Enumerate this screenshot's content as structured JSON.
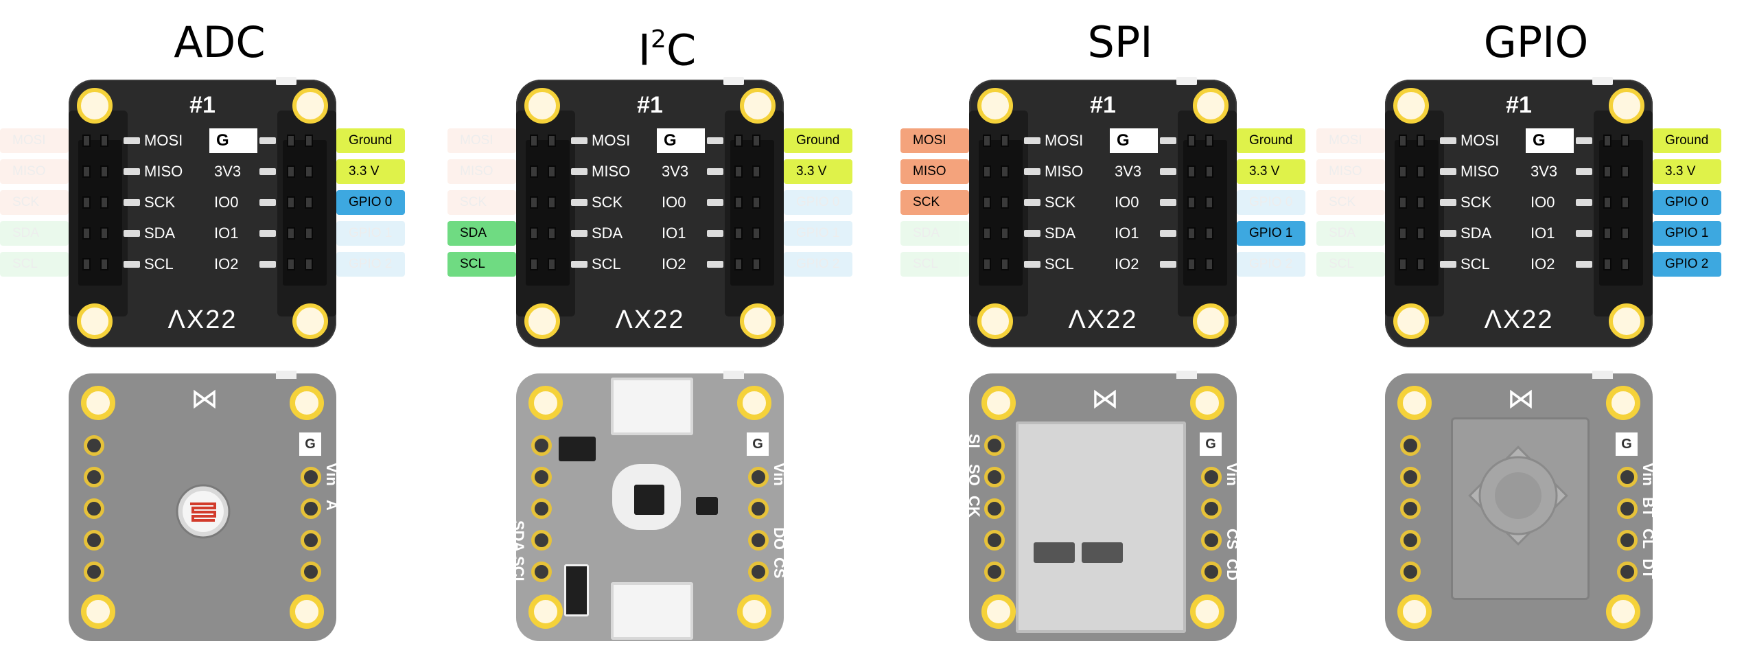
{
  "columns": [
    {
      "title": "ADC",
      "board": {
        "id": "#1",
        "brand": "ΛX22"
      },
      "left_signals": [
        {
          "label": "MOSI",
          "active": false,
          "color": "#f4a37c"
        },
        {
          "label": "MISO",
          "active": false,
          "color": "#f4a37c"
        },
        {
          "label": "SCK",
          "active": false,
          "color": "#f4a37c"
        },
        {
          "label": "SDA",
          "active": false,
          "color": "#6fdb82"
        },
        {
          "label": "SCL",
          "active": false,
          "color": "#6fdb82"
        }
      ],
      "right_signals": [
        {
          "label": "Ground",
          "active": true,
          "color": "#dff24a"
        },
        {
          "label": "3.3 V",
          "active": true,
          "color": "#dff24a"
        },
        {
          "label": "GPIO 0",
          "active": true,
          "color": "#3da8e0"
        },
        {
          "label": "GPIO 1",
          "active": false,
          "color": "#3da8e0"
        },
        {
          "label": "GPIO 2",
          "active": false,
          "color": "#3da8e0"
        }
      ],
      "module": {
        "right_labels": [
          "G",
          "Vin",
          "A"
        ],
        "left_labels": []
      }
    },
    {
      "title_main": "I",
      "title_sup": "2",
      "title_tail": "C",
      "board": {
        "id": "#1",
        "brand": "ΛX22"
      },
      "left_signals": [
        {
          "label": "MOSI",
          "active": false,
          "color": "#f4a37c"
        },
        {
          "label": "MISO",
          "active": false,
          "color": "#f4a37c"
        },
        {
          "label": "SCK",
          "active": false,
          "color": "#f4a37c"
        },
        {
          "label": "SDA",
          "active": true,
          "color": "#6fdb82"
        },
        {
          "label": "SCL",
          "active": true,
          "color": "#6fdb82"
        }
      ],
      "right_signals": [
        {
          "label": "Ground",
          "active": true,
          "color": "#dff24a"
        },
        {
          "label": "3.3 V",
          "active": true,
          "color": "#dff24a"
        },
        {
          "label": "GPIO 0",
          "active": false,
          "color": "#3da8e0"
        },
        {
          "label": "GPIO 1",
          "active": false,
          "color": "#3da8e0"
        },
        {
          "label": "GPIO 2",
          "active": false,
          "color": "#3da8e0"
        }
      ],
      "module": {
        "right_labels": [
          "G",
          "Vin",
          "DO",
          "CS"
        ],
        "left_labels": [
          "SDA",
          "SCL"
        ]
      }
    },
    {
      "title": "SPI",
      "board": {
        "id": "#1",
        "brand": "ΛX22"
      },
      "left_signals": [
        {
          "label": "MOSI",
          "active": true,
          "color": "#f4a37c"
        },
        {
          "label": "MISO",
          "active": true,
          "color": "#f4a37c"
        },
        {
          "label": "SCK",
          "active": true,
          "color": "#f4a37c"
        },
        {
          "label": "SDA",
          "active": false,
          "color": "#6fdb82"
        },
        {
          "label": "SCL",
          "active": false,
          "color": "#6fdb82"
        }
      ],
      "right_signals": [
        {
          "label": "Ground",
          "active": true,
          "color": "#dff24a"
        },
        {
          "label": "3.3 V",
          "active": true,
          "color": "#dff24a"
        },
        {
          "label": "GPIO 0",
          "active": false,
          "color": "#3da8e0"
        },
        {
          "label": "GPIO 1",
          "active": true,
          "color": "#3da8e0"
        },
        {
          "label": "GPIO 2",
          "active": false,
          "color": "#3da8e0"
        }
      ],
      "module": {
        "right_labels": [
          "G",
          "Vin",
          "CS",
          "CD"
        ],
        "left_labels": [
          "SI",
          "SO",
          "CK"
        ]
      }
    },
    {
      "title": "GPIO",
      "board": {
        "id": "#1",
        "brand": "ΛX22"
      },
      "left_signals": [
        {
          "label": "MOSI",
          "active": false,
          "color": "#f4a37c"
        },
        {
          "label": "MISO",
          "active": false,
          "color": "#f4a37c"
        },
        {
          "label": "SCK",
          "active": false,
          "color": "#f4a37c"
        },
        {
          "label": "SDA",
          "active": false,
          "color": "#6fdb82"
        },
        {
          "label": "SCL",
          "active": false,
          "color": "#6fdb82"
        }
      ],
      "right_signals": [
        {
          "label": "Ground",
          "active": true,
          "color": "#dff24a"
        },
        {
          "label": "3.3 V",
          "active": true,
          "color": "#dff24a"
        },
        {
          "label": "GPIO 0",
          "active": true,
          "color": "#3da8e0"
        },
        {
          "label": "GPIO 1",
          "active": true,
          "color": "#3da8e0"
        },
        {
          "label": "GPIO 2",
          "active": true,
          "color": "#3da8e0"
        }
      ],
      "module": {
        "right_labels": [
          "G",
          "Vin",
          "BT",
          "CL",
          "DT"
        ],
        "left_labels": []
      }
    }
  ],
  "pin_labels": {
    "left": [
      "MOSI",
      "MISO",
      "SCK",
      "SDA",
      "SCL"
    ],
    "right": [
      "G",
      "3V3",
      "IO0",
      "IO1",
      "IO2"
    ]
  }
}
